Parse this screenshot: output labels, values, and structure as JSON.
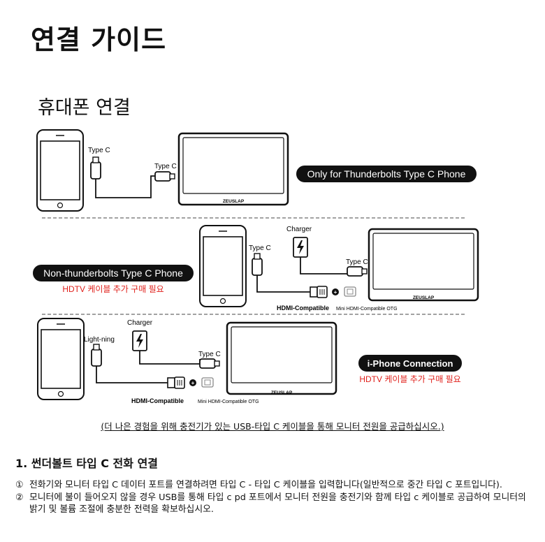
{
  "title": "연결 가이드",
  "subtitle": "휴대폰 연결",
  "diagram": {
    "row1": {
      "cable_phone": "Type C",
      "cable_monitor": "Type C",
      "monitor_brand": "ZEUSLAP",
      "badge": "Only for Thunderbolts Type C Phone"
    },
    "row2": {
      "badge": "Non-thunderbolts Type C Phone",
      "note": "HDTV 케이블 추가 구매 필요",
      "charger": "Charger",
      "cable_phone": "Type C",
      "cable_monitor": "Type C",
      "hdmi": "HDMI-Compatible",
      "otg": "Mini HDMI-Compatible OTG",
      "monitor_brand": "ZEUSLAP"
    },
    "row3": {
      "cable_phone": "Light-ning",
      "charger": "Charger",
      "cable_monitor": "Type C",
      "hdmi": "HDMI-Compatible",
      "otg": "Mini HDMI-Compatible OTG",
      "monitor_brand": "ZEUSLAP",
      "badge": "i-Phone Connection",
      "note": "HDTV 케이블 추가 구매 필요"
    },
    "colors": {
      "badge_bg": "#111111",
      "badge_text": "#ffffff",
      "warning": "#e0201b"
    }
  },
  "note": "(더 나은 경험을 위해 충전기가 있는 USB-타입 C 케이블을 통해 모니터 전원을 공급하십시오.)",
  "section": {
    "title": "1. 썬더볼트 타입 C 전화 연결",
    "steps": [
      {
        "num": "①",
        "text": "전화기와 모니터 타입 C 데이터 포트를 연결하려면 타입 C - 타입 C 케이블을 입력합니다(일반적으로 중간 타입 C 포트입니다)."
      },
      {
        "num": "②",
        "text": "모니터에 불이 들어오지 않을 경우 USB를 통해 타입 c pd 포트에서 모니터 전원을 충전기와 함께 타입 c 케이블로 공급하여 모니터의 밝기 및 볼륨 조절에 충분한 전력을 확보하십시오."
      }
    ]
  }
}
